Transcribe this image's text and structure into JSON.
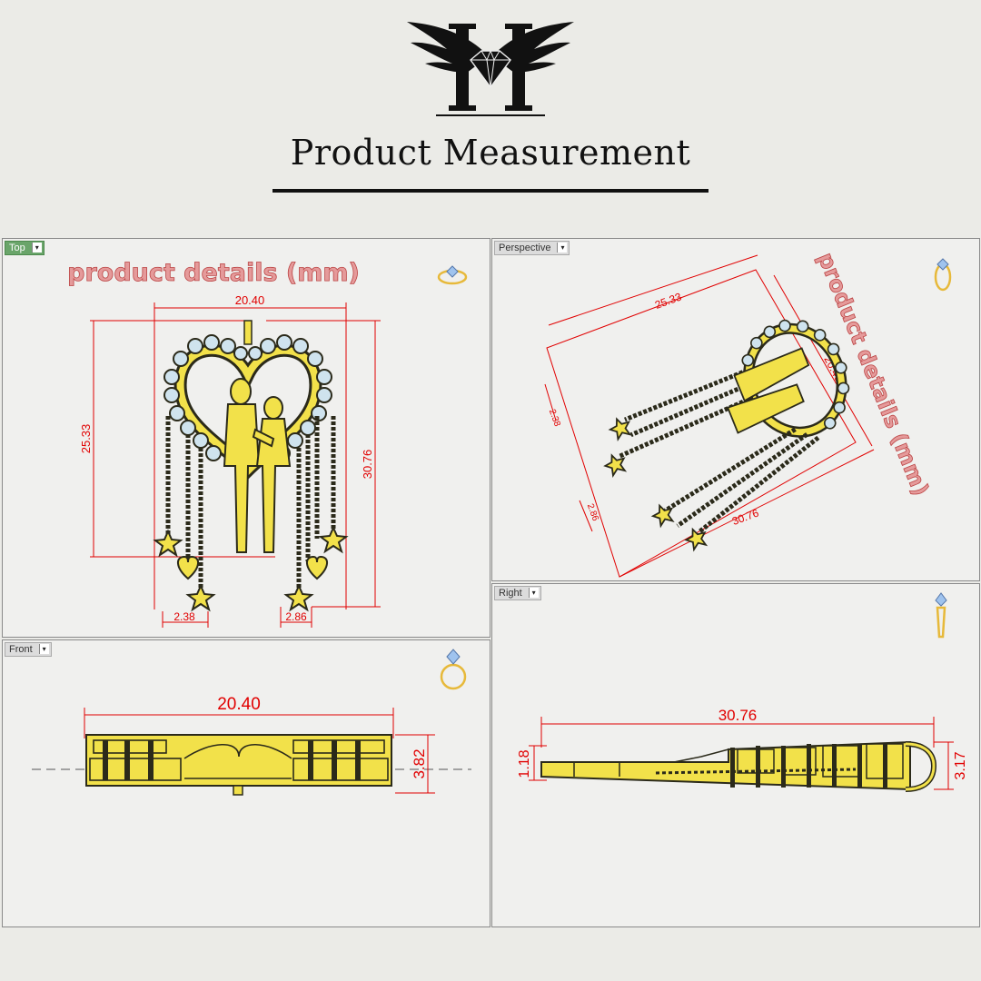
{
  "header": {
    "title": "Product Measurement",
    "logo_letter": "H"
  },
  "viewports": {
    "top": {
      "tab": "Top",
      "label": "product details (mm)",
      "dims": {
        "width": "20.40",
        "inner_height": "25.33",
        "total_height": "30.76",
        "left_gap": "2.38",
        "right_gap": "2.86"
      }
    },
    "perspective": {
      "tab": "Perspective",
      "label": "product details (mm)",
      "dims": {
        "length": "25.33",
        "width": "20.40",
        "total": "30.76",
        "small_a": "2.38",
        "small_b": "2.86"
      }
    },
    "front": {
      "tab": "Front",
      "dims": {
        "width": "20.40",
        "thickness": "3.82"
      }
    },
    "right": {
      "tab": "Right",
      "dims": {
        "length": "30.76",
        "thickness_left": "1.18",
        "thickness_right": "3.17"
      }
    }
  },
  "colors": {
    "dimension": "#e10000",
    "gold": "#f2e14a",
    "outline": "#2b2a1a",
    "tab_active": "#6aa56a"
  }
}
